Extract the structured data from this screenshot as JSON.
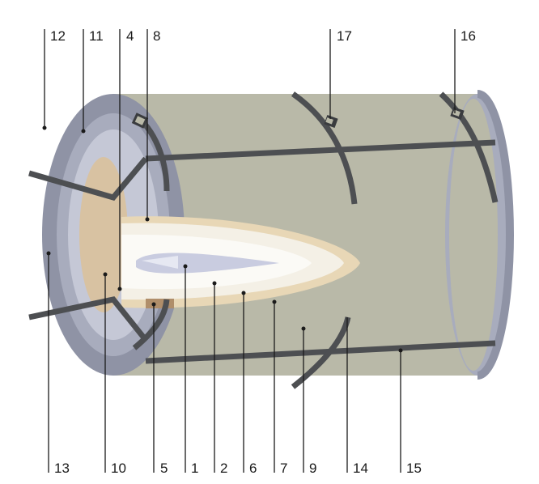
{
  "callouts_top": [
    {
      "id": "c12",
      "text": "12"
    },
    {
      "id": "c11",
      "text": "11"
    },
    {
      "id": "c4",
      "text": "4"
    },
    {
      "id": "c8",
      "text": "8"
    },
    {
      "id": "c17",
      "text": "17"
    },
    {
      "id": "c16",
      "text": "16"
    }
  ],
  "callouts_bottom": [
    {
      "id": "c13",
      "text": "13"
    },
    {
      "id": "c10",
      "text": "10"
    },
    {
      "id": "c5",
      "text": "5"
    },
    {
      "id": "c1",
      "text": "1"
    },
    {
      "id": "c2",
      "text": "2"
    },
    {
      "id": "c6",
      "text": "6"
    },
    {
      "id": "c7",
      "text": "7"
    },
    {
      "id": "c9",
      "text": "9"
    },
    {
      "id": "c14",
      "text": "14"
    },
    {
      "id": "c15",
      "text": "15"
    }
  ],
  "colors": {
    "cylinder_body": "#b9b9a8",
    "cylinder_shadow": "#a3a394",
    "end_cap_outer": "#8f93a5",
    "end_cap_ring": "#a8acbd",
    "end_cap_inner": "#c5c8d6",
    "band": "#4d4f52",
    "core_face": "#d8c2a2",
    "filling_outer": "#e8d7b6",
    "filling_mid": "#f4f0e6",
    "filling_inner": "#fbfaf6",
    "hot_core": "#c9cce0"
  }
}
